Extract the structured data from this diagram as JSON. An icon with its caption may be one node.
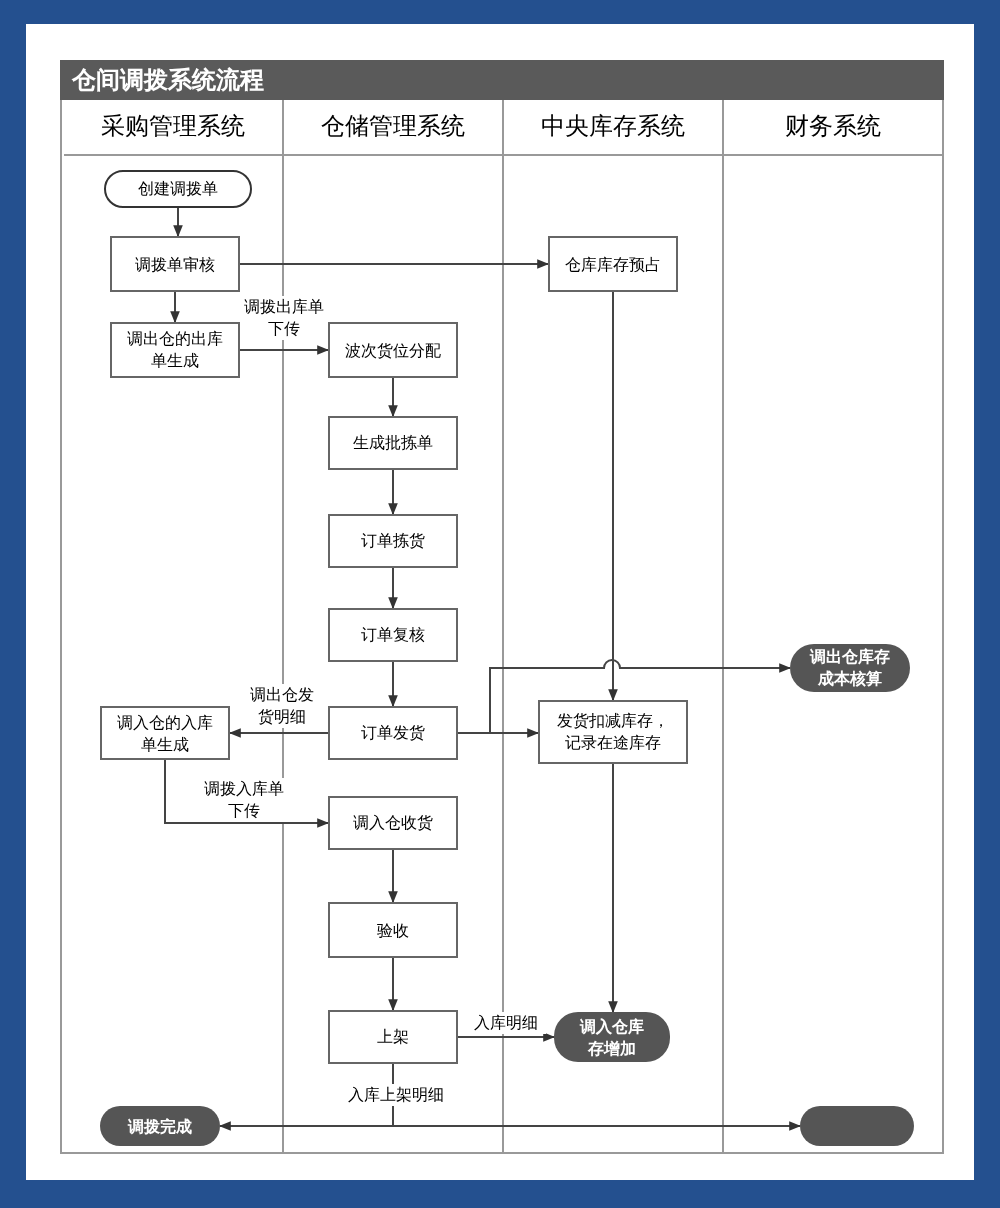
{
  "diagram": {
    "title": "仓间调拨系统流程",
    "nodes": [
      {
        "text": [
          "采购管理系统"
        ]
      },
      {
        "text": [
          "仓储管理系统"
        ]
      },
      {
        "text": [
          "中央库存系统"
        ]
      },
      {
        "text": [
          "财务系统"
        ]
      },
      {
        "text": [
          "创建调拨单"
        ],
        "in": 0
      },
      {
        "text": [
          "调拨单审核"
        ],
        "in": 0
      },
      {
        "text": [
          "调出仓的出库单生成"
        ],
        "in": 0
      },
      {
        "text": [
          "仓库库存预占"
        ],
        "in": 2
      },
      {
        "text": [
          "波次货位分配"
        ],
        "in": 1
      },
      {
        "text": [
          "生成批拣单"
        ],
        "in": 1
      },
      {
        "text": [
          "订单拣货"
        ],
        "in": 1
      },
      {
        "text": [
          "订单复核"
        ],
        "in": 1
      },
      {
        "text": [
          "订单发货"
        ],
        "in": 1
      },
      {
        "text": [
          "调入仓的入库单生成"
        ],
        "in": 0
      },
      {
        "text": [
          "发货扣减库存，记录在途库存"
        ],
        "in": 2
      },
      {
        "text": [
          "调出仓库存成本核算"
        ],
        "in": 3
      },
      {
        "text": [
          "调入仓收货"
        ],
        "in": 1
      },
      {
        "text": [
          "验收"
        ],
        "in": 1
      },
      {
        "text": [
          "上架"
        ],
        "in": 1
      },
      {
        "text": [
          "调入仓库存增加"
        ],
        "in": 2
      },
      {
        "text": [
          "调拨完成"
        ],
        "in": 0
      },
      {
        "text": [],
        "shape": "box",
        "in": 3
      }
    ],
    "edges": [
      {
        "from": 4,
        "to": 5,
        "arrow": "to"
      },
      {
        "from": 5,
        "to": 6,
        "arrow": "to"
      },
      {
        "from": 5,
        "to": 7,
        "arrow": "to"
      },
      {
        "from": 6,
        "to": 8,
        "arrow": "to",
        "label": "调拨出库单下传"
      },
      {
        "from": 8,
        "to": 9,
        "arrow": "to"
      },
      {
        "from": 9,
        "to": 10,
        "arrow": "to"
      },
      {
        "from": 10,
        "to": 11,
        "arrow": "to"
      },
      {
        "from": 11,
        "to": 12,
        "arrow": "to"
      },
      {
        "from": 12,
        "to": 13,
        "arrow": "to",
        "label": "调出仓发货明细"
      },
      {
        "from": 12,
        "to": 14,
        "arrow": "to"
      },
      {
        "from": 12,
        "to": 15,
        "arrow": "to"
      },
      {
        "from": 7,
        "to": 14,
        "arrow": "to"
      },
      {
        "from": 13,
        "to": 16,
        "arrow": "to",
        "label": "调拨入库单下传"
      },
      {
        "from": 16,
        "to": 17,
        "arrow": "to"
      },
      {
        "from": 17,
        "to": 18,
        "arrow": "to"
      },
      {
        "from": 18,
        "to": 19,
        "arrow": "to",
        "label": "入库明细"
      },
      {
        "from": 14,
        "to": 19,
        "arrow": "to"
      },
      {
        "from": 18,
        "to": 20,
        "arrow": "to",
        "label": "入库上架明细"
      },
      {
        "from": 18,
        "to": 21,
        "arrow": "to"
      }
    ]
  }
}
